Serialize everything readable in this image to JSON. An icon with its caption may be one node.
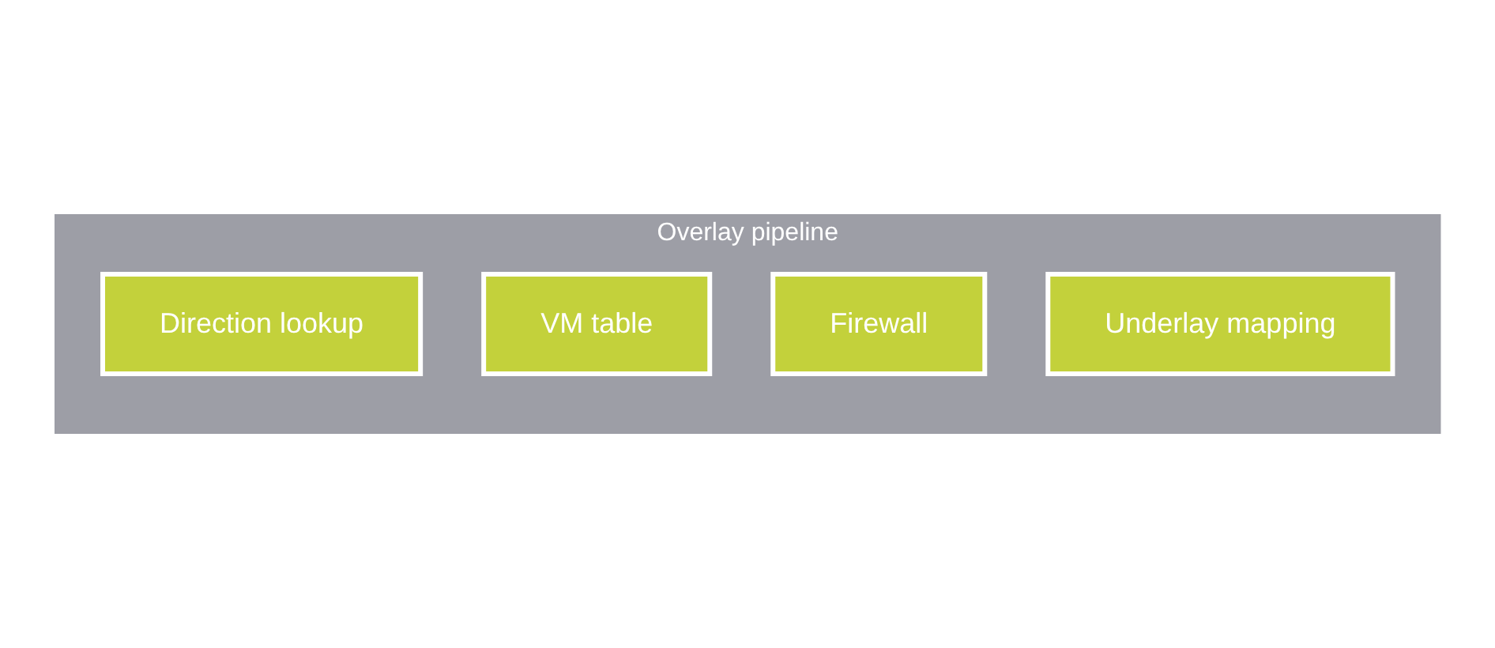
{
  "diagram": {
    "nodes": [
      {
        "text": [
          "Overlay pipeline"
        ]
      },
      {
        "text": [
          "Direction lookup"
        ],
        "in": 0
      },
      {
        "text": [
          "VM table"
        ],
        "in": 0
      },
      {
        "text": [
          "Firewall"
        ],
        "in": 0
      },
      {
        "text": [
          "Underlay mapping"
        ],
        "in": 0
      }
    ],
    "edges": []
  }
}
